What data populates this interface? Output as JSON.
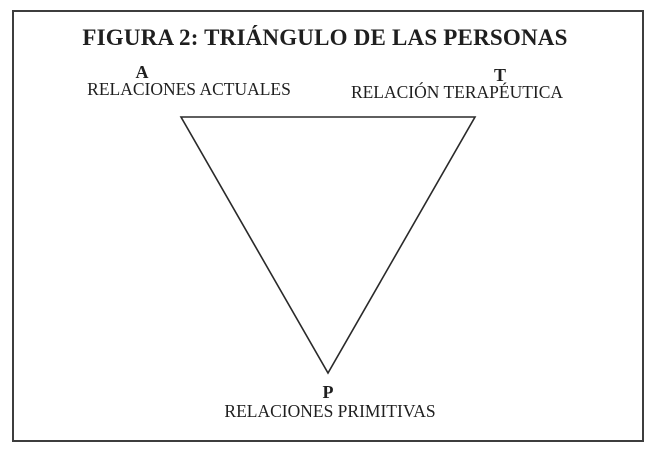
{
  "figure": {
    "title": "FIGURA 2: TRIÁNGULO DE LAS PERSONAS",
    "vertices": {
      "actuales": {
        "letter": "A",
        "label": "RELACIONES ACTUALES"
      },
      "terapeutica": {
        "letter": "T",
        "label": "RELACIÓN TERAPÉUTICA"
      },
      "primitivas": {
        "letter": "P",
        "label": "RELACIONES PRIMITIVAS"
      }
    },
    "colors": {
      "text": "#1f1f1f",
      "line": "#2a2a2a",
      "border": "#3d3d3d",
      "background": "#ffffff"
    }
  }
}
